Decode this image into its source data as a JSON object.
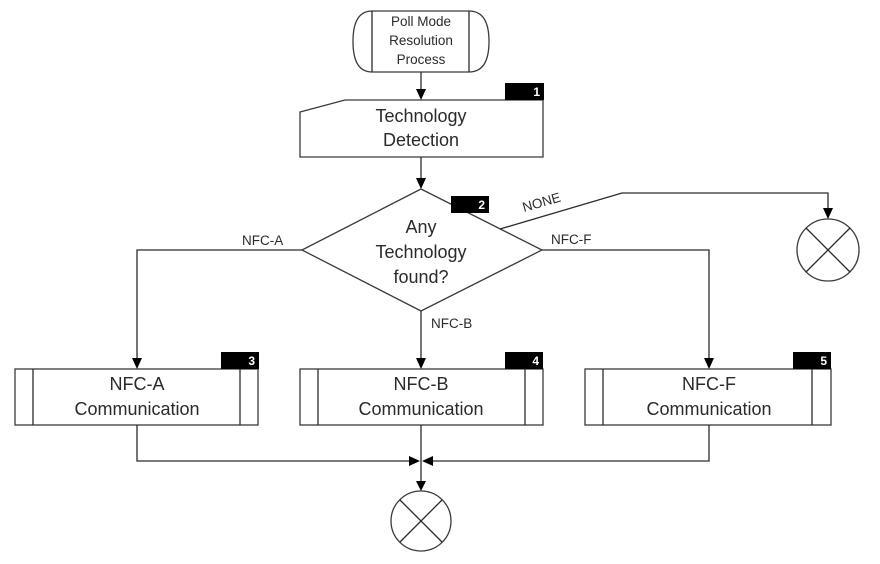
{
  "diagram": {
    "start": {
      "lines": [
        "Poll Mode",
        "Resolution",
        "Process"
      ]
    },
    "step1": {
      "number": "1",
      "lines": [
        "Technology",
        "Detection"
      ]
    },
    "decision": {
      "number": "2",
      "lines": [
        "Any",
        "Technology",
        "found?"
      ]
    },
    "branches": {
      "nfc_a": "NFC-A",
      "nfc_b": "NFC-B",
      "nfc_f": "NFC-F",
      "none": "NONE"
    },
    "step3": {
      "number": "3",
      "lines": [
        "NFC-A",
        "Communication"
      ]
    },
    "step4": {
      "number": "4",
      "lines": [
        "NFC-B",
        "Communication"
      ]
    },
    "step5": {
      "number": "5",
      "lines": [
        "NFC-F",
        "Communication"
      ]
    },
    "end_symbols": [
      "end-none",
      "end-main"
    ]
  }
}
